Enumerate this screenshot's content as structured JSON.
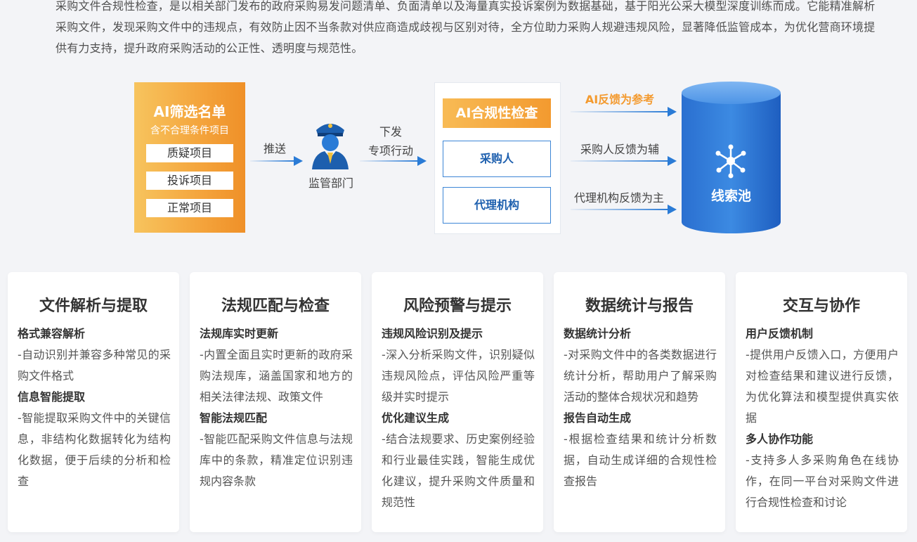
{
  "intro": "采购文件合规性检查，是以相关部门发布的政府采购易发问题清单、负面清单以及海量真实投诉案例为数据基础，基于阳光公采大模型深度训练而成。它能精准解析采购文件，发现采购文件中的违规点，有效防止因不当条款对供应商造成歧视与区别对待，全方位助力采购人规避违规风险，显著降低监管成本，为优化营商环境提供有力支持，提升政府采购活动的公正性、透明度与规范性。",
  "diagram": {
    "screen_box": {
      "title": "AI筛选名单",
      "subtitle": "含不合理条件项目",
      "items": [
        "质疑项目",
        "投诉项目",
        "正常项目"
      ]
    },
    "push_label": "推送",
    "regulator_label": "监管部门",
    "dispatch_label_1": "下发",
    "dispatch_label_2": "专项行动",
    "check_box": {
      "title": "AI合规性检查",
      "items": [
        "采购人",
        "代理机构"
      ]
    },
    "feedback": [
      "AI反馈为参考",
      "采购人反馈为辅",
      "代理机构反馈为主"
    ],
    "pool_label": "线索池",
    "colors": {
      "orange": "#f4a43c",
      "blue": "#2a7bd6",
      "dark_blue": "#1d5fae"
    }
  },
  "cards": [
    {
      "title": "文件解析与提取",
      "sections": [
        {
          "heading": "格式兼容解析",
          "text": "-自动识别并兼容多种常见的采购文件格式"
        },
        {
          "heading": "信息智能提取",
          "text": "-智能提取采购文件中的关键信息，非结构化数据转化为结构化数据，便于后续的分析和检查"
        }
      ]
    },
    {
      "title": "法规匹配与检查",
      "sections": [
        {
          "heading": "法规库实时更新",
          "text": "-内置全面且实时更新的政府采购法规库，涵盖国家和地方的相关法律法规、政策文件"
        },
        {
          "heading": "智能法规匹配",
          "text": "-智能匹配采购文件信息与法规库中的条款，精准定位识别违规内容条款"
        }
      ]
    },
    {
      "title": "风险预警与提示",
      "sections": [
        {
          "heading": "违规风险识别及提示",
          "text": "-深入分析采购文件，识别疑似违规风险点，评估风险严重等级并实时提示"
        },
        {
          "heading": "优化建议生成",
          "text": "-结合法规要求、历史案例经验和行业最佳实践，智能生成优化建议，提升采购文件质量和规范性"
        }
      ]
    },
    {
      "title": "数据统计与报告",
      "sections": [
        {
          "heading": "数据统计分析",
          "text": "-对采购文件中的各类数据进行统计分析，帮助用户了解采购活动的整体合规状况和趋势"
        },
        {
          "heading": "报告自动生成",
          "text": "-根据检查结果和统计分析数据，自动生成详细的合规性检查报告"
        }
      ]
    },
    {
      "title": "交互与协作",
      "sections": [
        {
          "heading": "用户反馈机制",
          "text": "-提供用户反馈入口，方便用户对检查结果和建议进行反馈，为优化算法和模型提供真实依据"
        },
        {
          "heading": "多人协作功能",
          "text": "-支持多人多采购角色在线协作，在同一平台对采购文件进行合规性检查和讨论"
        }
      ]
    }
  ]
}
